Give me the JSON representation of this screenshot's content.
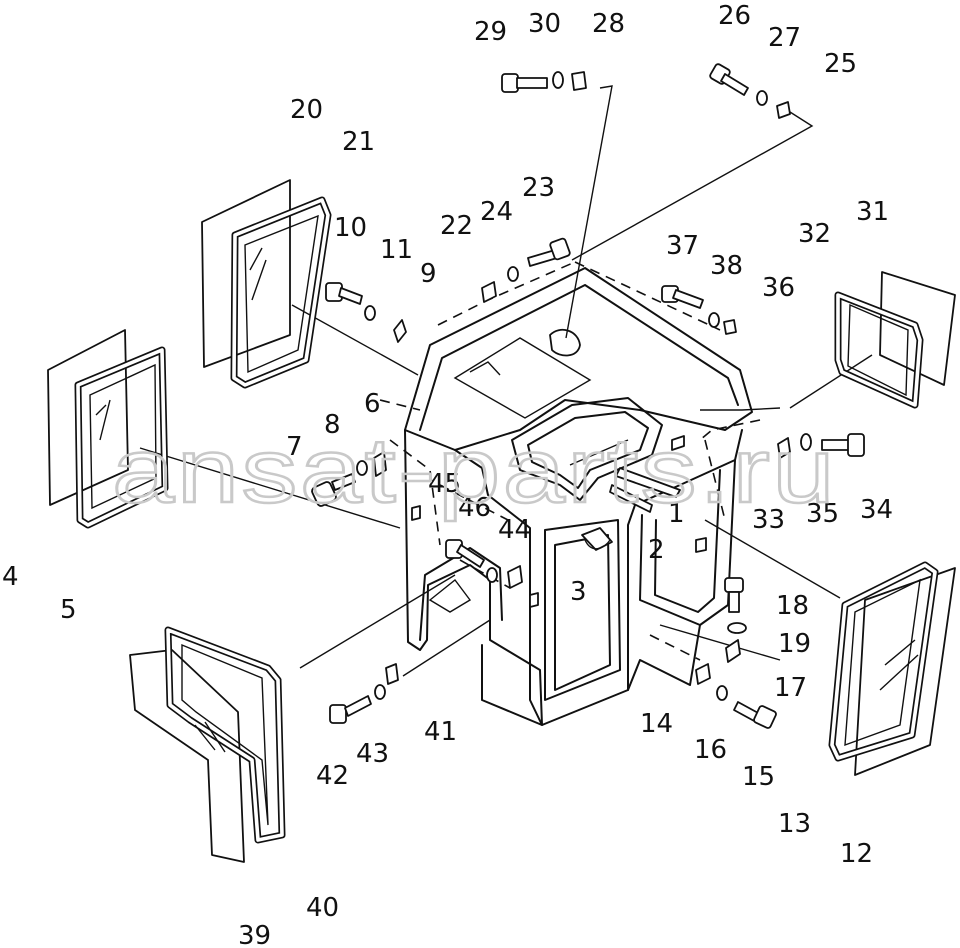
{
  "watermark": "ansat-parts.ru",
  "callouts": [
    "1",
    "2",
    "3",
    "4",
    "5",
    "6",
    "7",
    "8",
    "9",
    "10",
    "11",
    "12",
    "13",
    "14",
    "15",
    "16",
    "17",
    "18",
    "19",
    "20",
    "21",
    "22",
    "23",
    "24",
    "25",
    "26",
    "27",
    "28",
    "29",
    "30",
    "31",
    "32",
    "33",
    "34",
    "35",
    "36",
    "37",
    "38",
    "39",
    "40",
    "41",
    "42",
    "43",
    "44",
    "45",
    "46"
  ]
}
